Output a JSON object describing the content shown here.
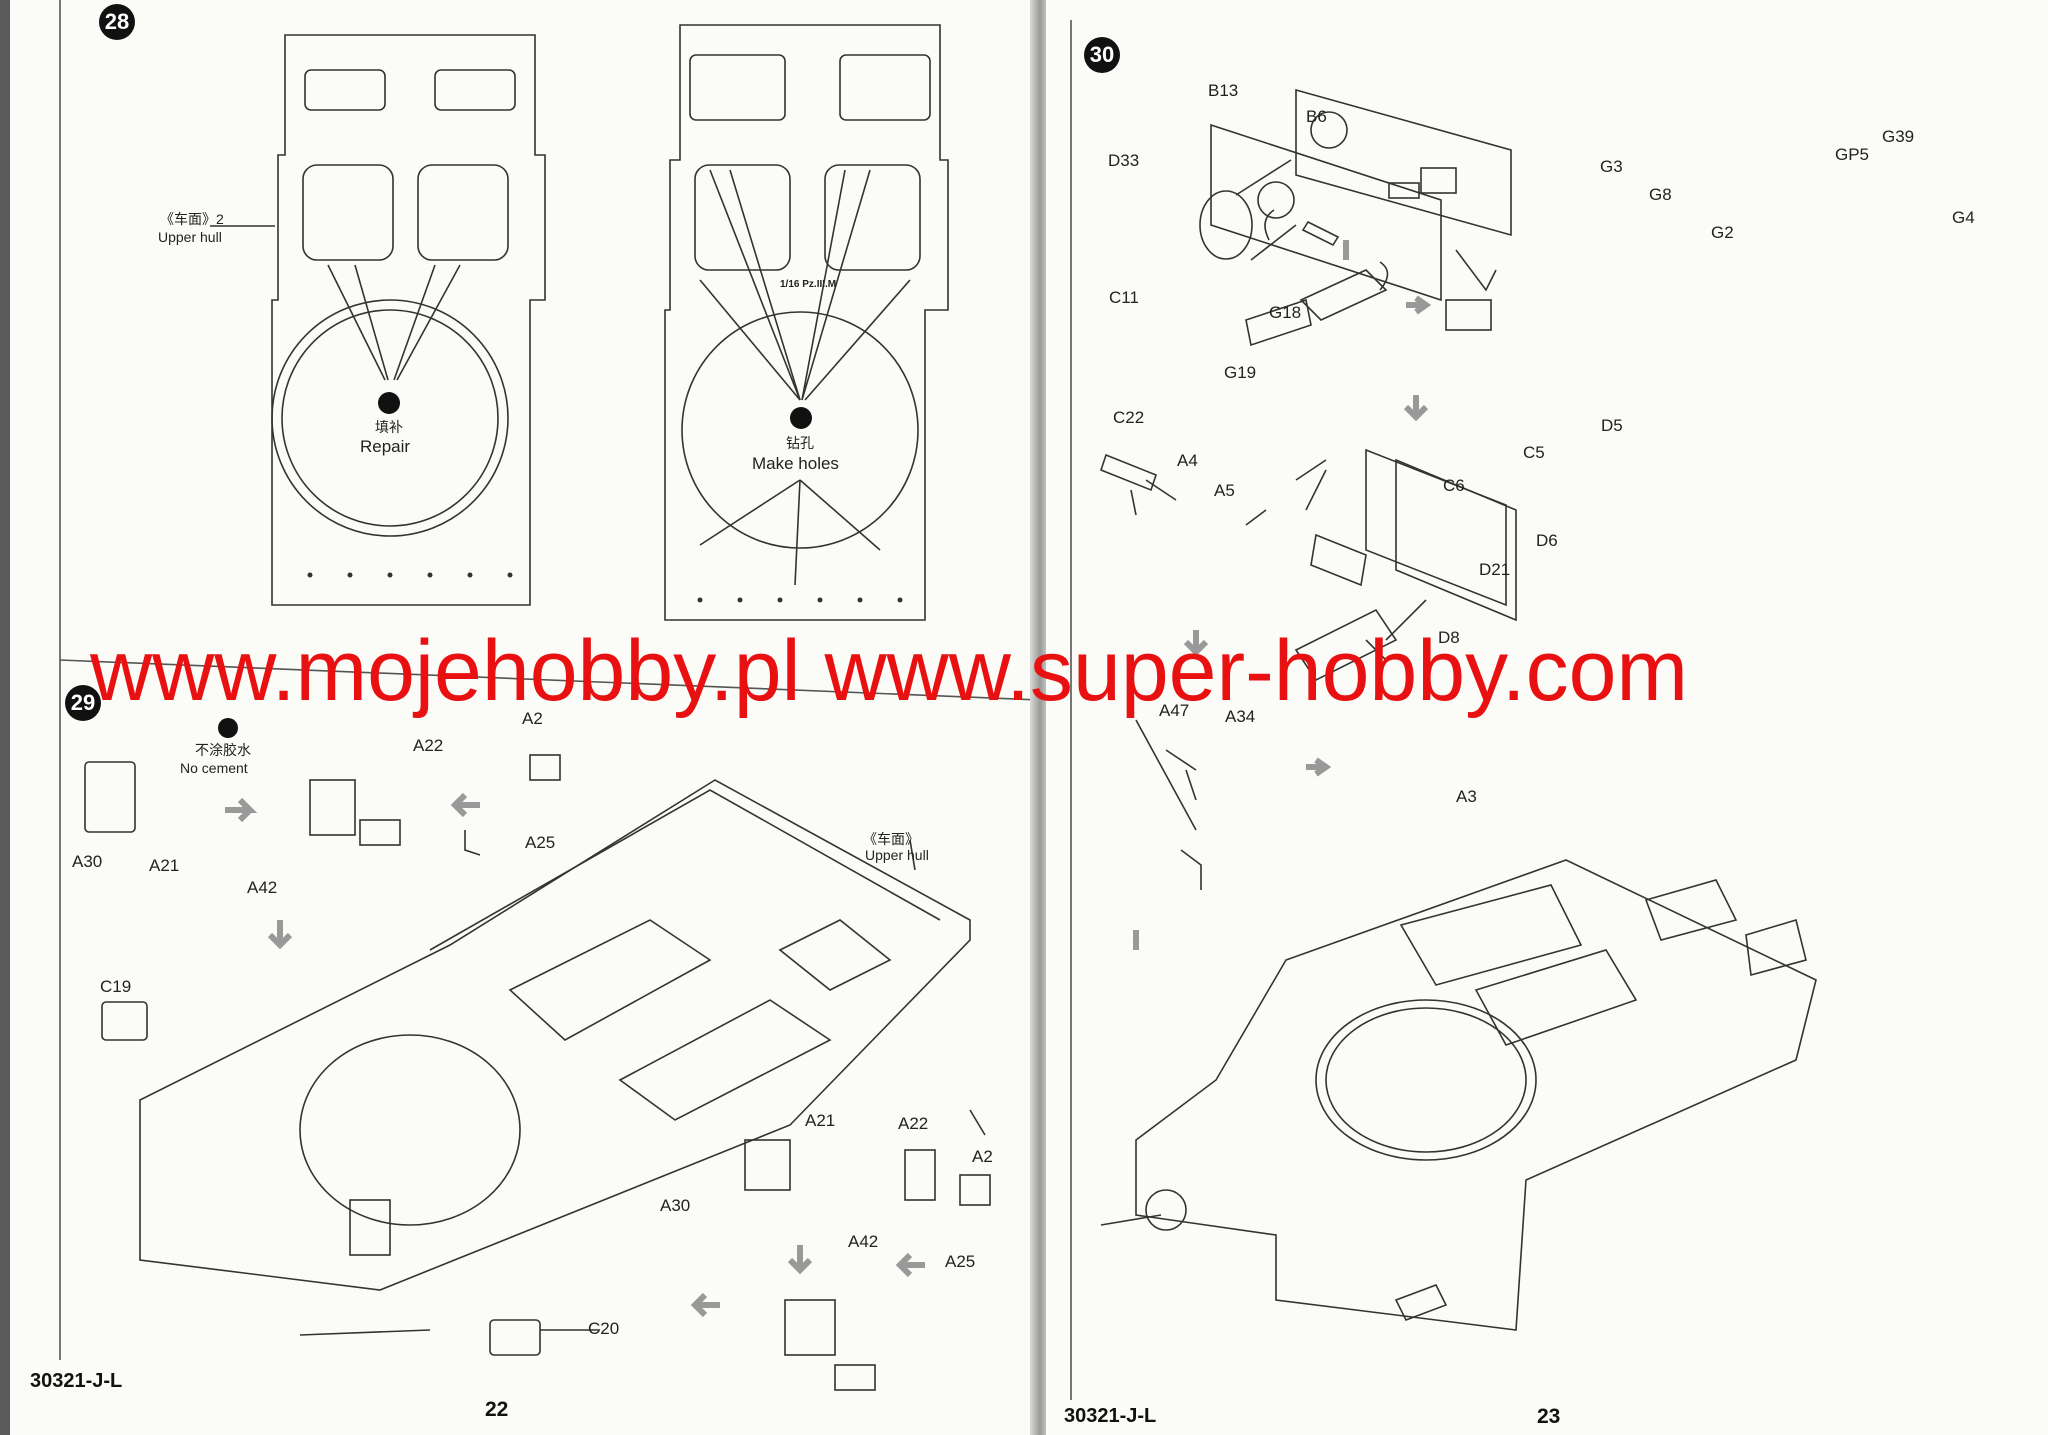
{
  "left_page": {
    "code": "30321-J-L",
    "page_number": "22",
    "step28": {
      "number": "28",
      "upper_hull_cn": "《车面》2",
      "upper_hull_en": "Upper hull",
      "repair_cn": "填补",
      "repair_en": "Repair",
      "holes_cn": "钻孔",
      "holes_en": "Make holes",
      "plate_text": "1/16 Pz.III.M"
    },
    "step29": {
      "number": "29",
      "no_cement_cn": "不涂胶水",
      "no_cement_en": "No cement",
      "upper_hull_cn": "《车面》",
      "upper_hull_en": "Upper hull",
      "parts": {
        "a30": "A30",
        "a21": "A21",
        "a42": "A42",
        "a22": "A22",
        "a2": "A2",
        "a25": "A25",
        "c19": "C19",
        "c20": "C20",
        "a21b": "A21",
        "a30b": "A30",
        "a22b": "A22",
        "a2b": "A2",
        "a25b": "A25",
        "a42b": "A42"
      }
    }
  },
  "right_page": {
    "code": "30321-J-L",
    "page_number": "23",
    "step30": {
      "number": "30",
      "parts": {
        "b13": "B13",
        "b6": "B6",
        "d33": "D33",
        "c11": "C11",
        "g18": "G18",
        "g19": "G19",
        "g3": "G3",
        "g8": "G8",
        "g2": "G2",
        "gp5": "GP5",
        "g39": "G39",
        "g4": "G4",
        "c22": "C22",
        "a4": "A4",
        "a5": "A5",
        "c6": "C6",
        "c5": "C5",
        "d5": "D5",
        "d21": "D21",
        "d6": "D6",
        "d8": "D8",
        "a3": "A3",
        "a47": "A47",
        "a34": "A34"
      }
    }
  },
  "watermark": "www.mojehobby.pl www.super-hobby.com"
}
